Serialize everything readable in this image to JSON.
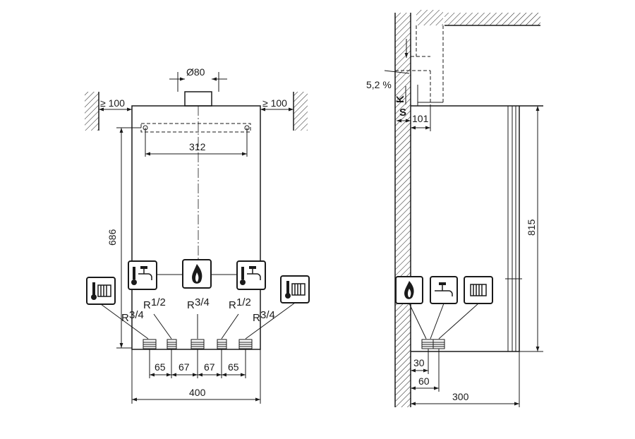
{
  "front_view": {
    "flue_diameter": "Ø80",
    "left_clearance": "≥ 100",
    "right_clearance": "≥ 100",
    "bracket_spacing": "312",
    "height": "686",
    "spacing_1": "65",
    "spacing_2": "67",
    "spacing_3": "67",
    "spacing_4": "65",
    "width": "400",
    "thread_left_outer": {
      "base": "R",
      "frac": "3/4"
    },
    "thread_left_inner": {
      "base": "R",
      "frac": "1/2"
    },
    "thread_center": {
      "base": "R",
      "frac": "3/4"
    },
    "thread_right_inner": {
      "base": "R",
      "frac": "1/2"
    },
    "thread_right_outer": {
      "base": "R",
      "frac": "3/4"
    }
  },
  "side_view": {
    "slope": "5,2 %",
    "label_k": "K",
    "label_s": "S",
    "depth_offset": "101",
    "height": "815",
    "offset_30": "30",
    "offset_60": "60",
    "depth": "300"
  },
  "icons": [
    "radiator-thermometer-icon",
    "hot-water-tap-icon",
    "gas-flame-icon",
    "hot-water-tap-icon",
    "radiator-thermometer-icon",
    "gas-flame-icon",
    "tap-icon",
    "radiator-icon"
  ]
}
